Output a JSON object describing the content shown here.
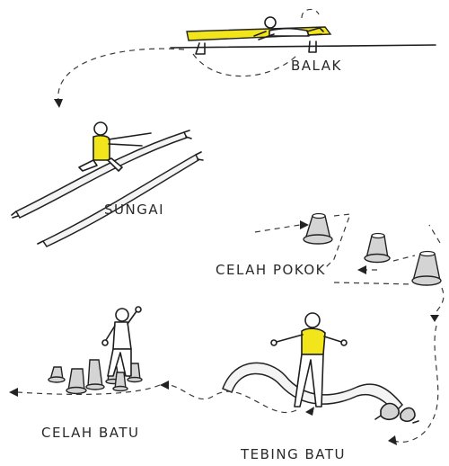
{
  "labels": {
    "balak": "BALAK",
    "sungai": "SUNGAI",
    "celah_pokok": "CELAH POKOK",
    "celah_batu": "CELAH BATU",
    "tebing_batu": "TEBING BATU"
  },
  "colors": {
    "plank": "#f2e51c",
    "shirt": "#f2e51c",
    "ink": "#1e1e1e"
  }
}
